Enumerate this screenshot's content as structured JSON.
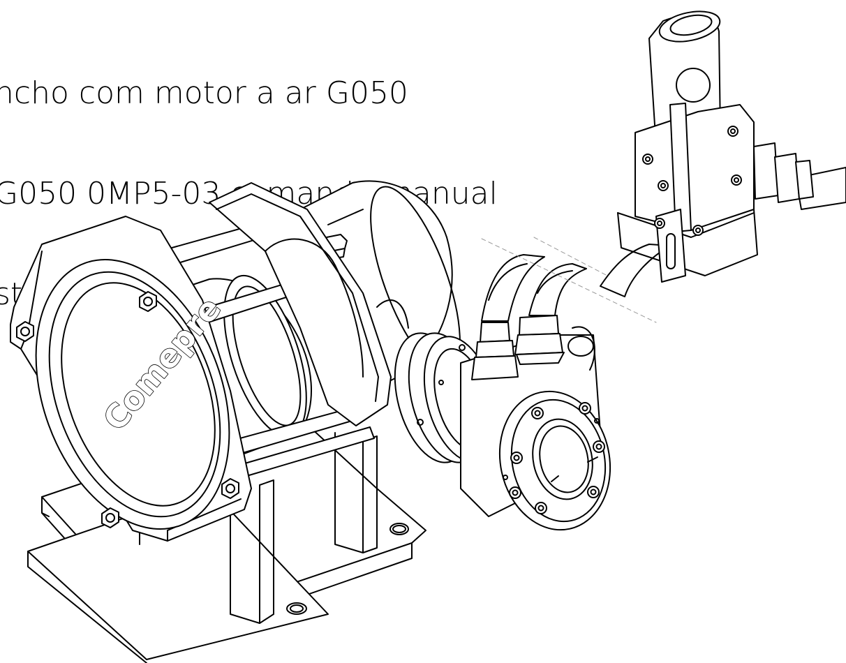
{
  "title_lines": [
    "ncho com motor a ar G050",
    "G050 0MP5-03 comando manual",
    "stacia"
  ],
  "brand_label": "Comepre",
  "colors": {
    "ink": "#000000",
    "background": "#ffffff"
  }
}
